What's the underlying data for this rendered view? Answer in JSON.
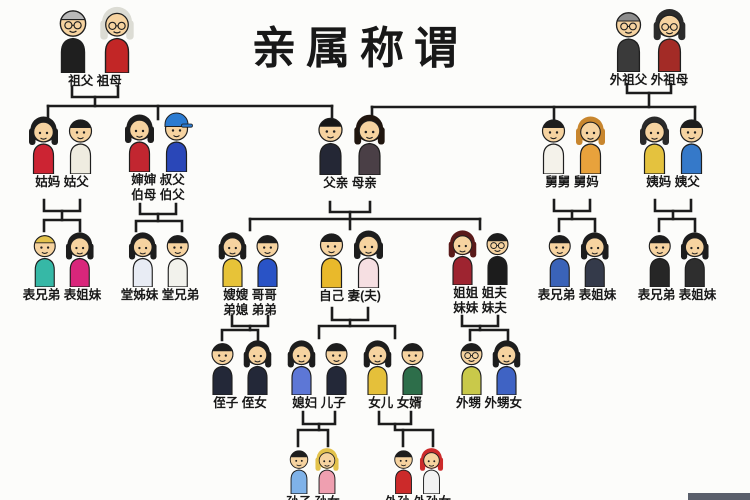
{
  "title": "亲属称谓",
  "colors": {
    "line": "#1c1c1c",
    "text": "#181818",
    "background": "#fcfcfa",
    "bottom_bar": "#5a5f6b"
  },
  "nodes": [
    {
      "id": "paternal-grandparents",
      "label_lines": [
        "祖父 祖母"
      ],
      "persons": [
        {
          "type": "m",
          "hair": "#b9b9b9",
          "shirt": "#1f1f1f",
          "glasses": true
        },
        {
          "type": "f",
          "hair": "#dcdcd4",
          "shirt": "#c22626",
          "glasses": true
        }
      ]
    },
    {
      "id": "maternal-grandparents",
      "label_lines": [
        "外祖父 外祖母"
      ],
      "persons": [
        {
          "type": "m",
          "hair": "#8d8d8d",
          "shirt": "#3a3a3a",
          "glasses": true
        },
        {
          "type": "f",
          "hair": "#2b2b2b",
          "shirt": "#a32b26",
          "glasses": true
        }
      ]
    },
    {
      "id": "paternal-aunt-couple",
      "label_lines": [
        "姑妈 姑父"
      ],
      "persons": [
        {
          "type": "f",
          "hair": "#1d1d1d",
          "shirt": "#cc2433"
        },
        {
          "type": "m",
          "hair": "#1d1d1d",
          "shirt": "#efece0"
        }
      ]
    },
    {
      "id": "paternal-uncle-couple",
      "label_lines": [
        "婶婶 叔父",
        "伯母 伯父"
      ],
      "persons": [
        {
          "type": "f",
          "hair": "#1d1d1d",
          "shirt": "#c22630"
        },
        {
          "type": "m",
          "hair": "#1d1d1d",
          "shirt": "#2a47b8",
          "cap": "#2b7bd1"
        }
      ]
    },
    {
      "id": "parents",
      "label_lines": [
        "父亲 母亲"
      ],
      "persons": [
        {
          "type": "m",
          "hair": "#161616",
          "shirt": "#242735"
        },
        {
          "type": "f",
          "hair": "#20160f",
          "shirt": "#4a3f46"
        }
      ]
    },
    {
      "id": "maternal-uncle-couple",
      "label_lines": [
        "舅舅 舅妈"
      ],
      "persons": [
        {
          "type": "m",
          "hair": "#1d1d1d",
          "shirt": "#f4f2ea"
        },
        {
          "type": "f",
          "hair": "#c8862e",
          "shirt": "#e8a23c"
        }
      ]
    },
    {
      "id": "maternal-aunt-couple",
      "label_lines": [
        "姨妈 姨父"
      ],
      "persons": [
        {
          "type": "f",
          "hair": "#2a2a2a",
          "shirt": "#e4c23e"
        },
        {
          "type": "m",
          "hair": "#1d1d1d",
          "shirt": "#3579c9"
        }
      ]
    },
    {
      "id": "cousins-paternal-aunt",
      "label_lines": [
        "表兄弟 表姐妹"
      ],
      "persons": [
        {
          "type": "m",
          "hair": "#e3c24c",
          "shirt": "#36b8a6"
        },
        {
          "type": "f",
          "hair": "#1d1d1d",
          "shirt": "#d9267b"
        }
      ]
    },
    {
      "id": "cousins-paternal-uncle",
      "label_lines": [
        "堂姊妹 堂兄弟"
      ],
      "persons": [
        {
          "type": "f",
          "hair": "#1d1d1d",
          "shirt": "#e8ecf4"
        },
        {
          "type": "m",
          "hair": "#1d1d1d",
          "shirt": "#f2f2ec"
        }
      ]
    },
    {
      "id": "brothers-couple",
      "label_lines": [
        "嫂嫂 哥哥",
        "弟媳 弟弟"
      ],
      "persons": [
        {
          "type": "f",
          "hair": "#1d1d1d",
          "shirt": "#e7c338"
        },
        {
          "type": "m",
          "hair": "#1d1d1d",
          "shirt": "#2953c6"
        }
      ]
    },
    {
      "id": "self-spouse",
      "label_lines": [
        "自己 妻(夫)"
      ],
      "persons": [
        {
          "type": "m",
          "hair": "#1d1d1d",
          "shirt": "#e9b92b"
        },
        {
          "type": "f",
          "hair": "#1d1d1d",
          "shirt": "#f6dfe2"
        }
      ]
    },
    {
      "id": "sisters-couple",
      "label_lines": [
        "姐姐 姐夫",
        "妹妹 妹夫"
      ],
      "persons": [
        {
          "type": "f",
          "hair": "#5a1a1a",
          "shirt": "#9e2430"
        },
        {
          "type": "m",
          "hair": "#1d1d1d",
          "shirt": "#1c1c1c",
          "glasses": true
        }
      ]
    },
    {
      "id": "cousins-maternal-uncle",
      "label_lines": [
        "表兄弟 表姐妹"
      ],
      "persons": [
        {
          "type": "m",
          "hair": "#1d1d1d",
          "shirt": "#3a63b8"
        },
        {
          "type": "f",
          "hair": "#1d1d1d",
          "shirt": "#343a4a"
        }
      ]
    },
    {
      "id": "cousins-maternal-aunt",
      "label_lines": [
        "表兄弟 表姐妹"
      ],
      "persons": [
        {
          "type": "m",
          "hair": "#1d1d1d",
          "shirt": "#262626"
        },
        {
          "type": "f",
          "hair": "#1d1d1d",
          "shirt": "#2e2e2e"
        }
      ]
    },
    {
      "id": "nephew-niece",
      "label_lines": [
        "侄子 侄女"
      ],
      "persons": [
        {
          "type": "m",
          "hair": "#1d1d1d",
          "shirt": "#232838"
        },
        {
          "type": "f",
          "hair": "#1d1d1d",
          "shirt": "#232838"
        }
      ]
    },
    {
      "id": "son-couple",
      "label_lines": [
        "媳妇 儿子"
      ],
      "persons": [
        {
          "type": "f",
          "hair": "#1d1d1d",
          "shirt": "#5d77d6"
        },
        {
          "type": "m",
          "hair": "#1d1d1d",
          "shirt": "#232838"
        }
      ]
    },
    {
      "id": "daughter-couple",
      "label_lines": [
        "女儿 女婿"
      ],
      "persons": [
        {
          "type": "f",
          "hair": "#1d1d1d",
          "shirt": "#e5c03a"
        },
        {
          "type": "m",
          "hair": "#1d1d1d",
          "shirt": "#2d6e4a"
        }
      ]
    },
    {
      "id": "sororal-nephew-niece",
      "label_lines": [
        "外甥 外甥女"
      ],
      "persons": [
        {
          "type": "m",
          "hair": "#1d1d1d",
          "shirt": "#c9c94a",
          "glasses": true
        },
        {
          "type": "f",
          "hair": "#1d1d1d",
          "shirt": "#3f63c4"
        }
      ]
    },
    {
      "id": "grandchildren",
      "label_lines": [
        "孙子 孙女"
      ],
      "persons": [
        {
          "type": "m",
          "hair": "#1d1d1d",
          "shirt": "#7fb2e8"
        },
        {
          "type": "f",
          "hair": "#e3c24c",
          "shirt": "#ef9fb0"
        }
      ]
    },
    {
      "id": "maternal-grandchildren",
      "label_lines": [
        "外孙 外孙女"
      ],
      "persons": [
        {
          "type": "m",
          "hair": "#1d1d1d",
          "shirt": "#cc2a2a"
        },
        {
          "type": "f",
          "hair": "#cc2a2a",
          "shirt": "#f2f2f2"
        }
      ]
    }
  ]
}
